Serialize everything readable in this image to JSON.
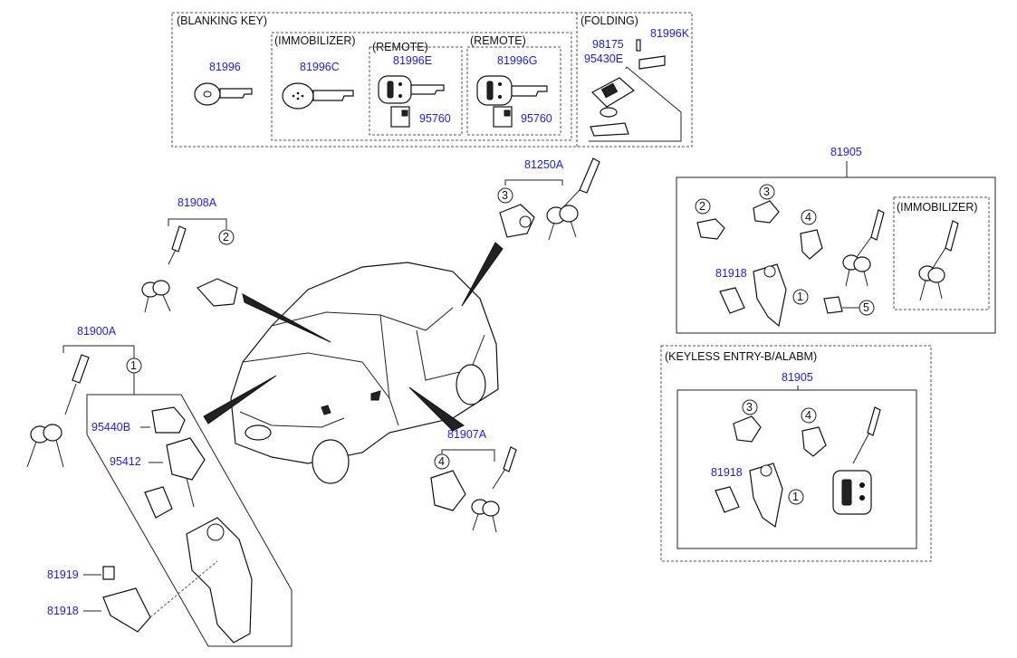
{
  "groups": {
    "blanking_key": "(BLANKING KEY)",
    "immobilizer": "(IMMOBILIZER)",
    "remote_1": "(REMOTE)",
    "remote_2": "(REMOTE)",
    "folding": "(FOLDING)",
    "immobilizer_right": "(IMMOBILIZER)",
    "keyless": "(KEYLESS ENTRY-B/ALABM)"
  },
  "parts": {
    "p81996": "81996",
    "p81996c": "81996C",
    "p81996e": "81996E",
    "p81996g": "81996G",
    "p95760a": "95760",
    "p95760b": "95760",
    "p98175": "98175",
    "p81996k": "81996K",
    "p95430e": "95430E",
    "p81250a": "81250A",
    "p81905_top": "81905",
    "p81908a": "81908A",
    "p81918_right": "81918",
    "p81900a": "81900A",
    "p95440b": "95440B",
    "p95412": "95412",
    "p81907a": "81907A",
    "p81919": "81919",
    "p81918_left": "81918",
    "p81905_bottom": "81905",
    "p81918_bottom": "81918"
  },
  "callouts": {
    "c1": "1",
    "c2": "2",
    "c3": "3",
    "c4": "4",
    "c5": "5"
  },
  "colors": {
    "part_number": "#1a1aff",
    "text": "#111111",
    "frame": "#555555"
  }
}
